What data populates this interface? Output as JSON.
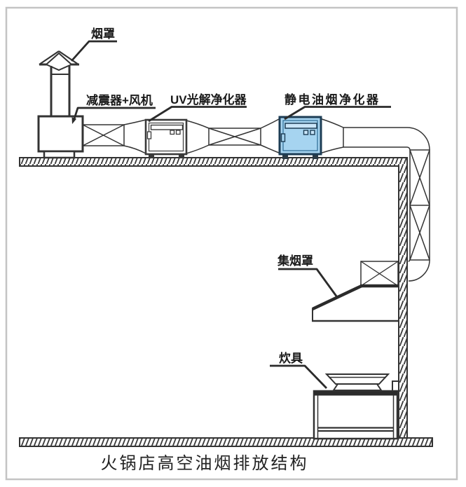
{
  "figure": {
    "caption": "火锅店高空油烟排放结构",
    "labels": {
      "smoke_cap": "烟罩",
      "damper_fan": "减震器+风机",
      "uv_purifier": "UV光解净化器",
      "esp_purifier": "静电油烟净化器",
      "collection_hood": "集烟罩",
      "cookware": "炊具"
    },
    "colors": {
      "line": "#333333",
      "esp_fill": "#a6d4f0",
      "esp_panel_fill": "#c9e5f8",
      "esp_border": "#1d3d55",
      "frame_border": "#c4c4c4"
    }
  }
}
